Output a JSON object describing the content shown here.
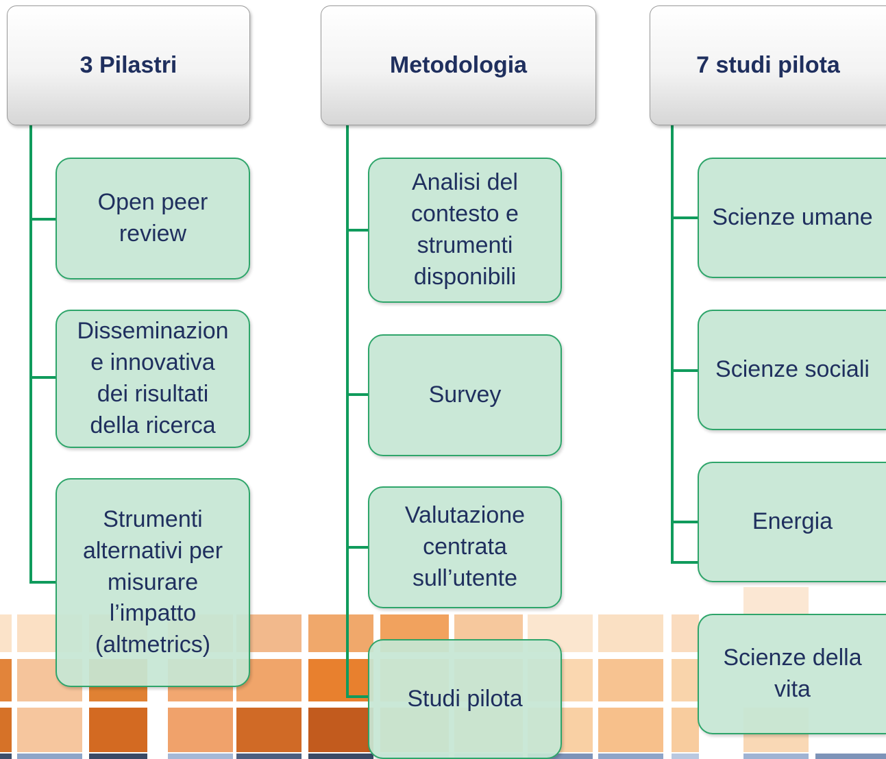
{
  "columns": [
    {
      "header": "3 Pilastri",
      "items": [
        "Open peer\nreview",
        "Disseminazion\ne innovativa\ndei risultati\ndella ricerca",
        "Strumenti\nalternativi per\nmisurare\nl’impatto\n(altmetrics)"
      ]
    },
    {
      "header": "Metodologia",
      "items": [
        "Analisi del\ncontesto e\nstrumenti\ndisponibili",
        "Survey",
        "Valutazione\ncentrata\nsull’utente",
        "Studi pilota"
      ]
    },
    {
      "header": "7 studi pilota",
      "items": [
        "Scienze umane",
        "Scienze sociali",
        "Energia",
        "Scienze della\nvita"
      ]
    }
  ],
  "colors": {
    "node_fill": "#c6e6d4",
    "node_border": "#2ea56a",
    "connector": "#109b5c",
    "text": "#1f2f5e"
  }
}
